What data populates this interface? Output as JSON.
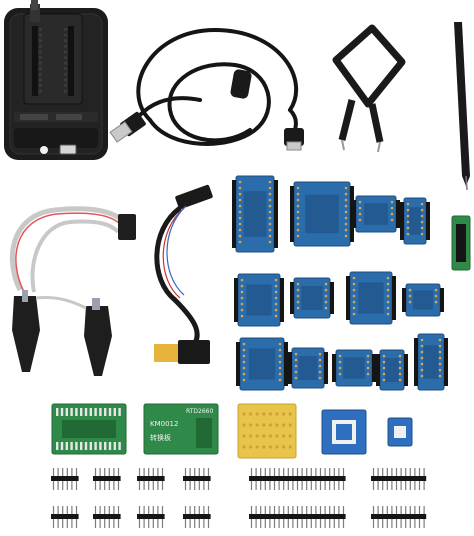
{
  "palette": {
    "background": "#ffffff",
    "programmer_body": "#1c1c1c",
    "socket": "#2a2a2a",
    "usb_cable": "#151515",
    "usb_metal": "#c9c9c9",
    "flat_cable": "#c8c8c8",
    "flat_cable_red": "#e0565a",
    "clip_body": "#1e1e1e",
    "adapter_blue": "#2b6dab",
    "adapter_blue_dark": "#1f4f82",
    "pcb_green": "#2f8a4a",
    "pcb_green_dark": "#216a36",
    "pcb_yellow": "#e8c44a",
    "pcb_blue": "#2f6fc0",
    "header_black": "#151515",
    "header_gold": "#d2a65a",
    "silk_white": "#f1f1f1"
  },
  "labels": {
    "lcd_board_brand": "RTD2660",
    "lcd_board_model": "KM0012",
    "lcd_board_cn": "转换板"
  },
  "icons": {
    "programmer": "usb-programmer-icon",
    "cable": "usb-cable-icon",
    "extractor": "ic-extractor-icon",
    "tweezers": "tweezers-icon",
    "test_clip": "soic-test-clip-icon",
    "lcd_cable": "lcd-cable-icon",
    "adapters": "socket-adapter-icon",
    "pcb": "breakout-board-icon",
    "pin_header": "pin-header-icon"
  }
}
